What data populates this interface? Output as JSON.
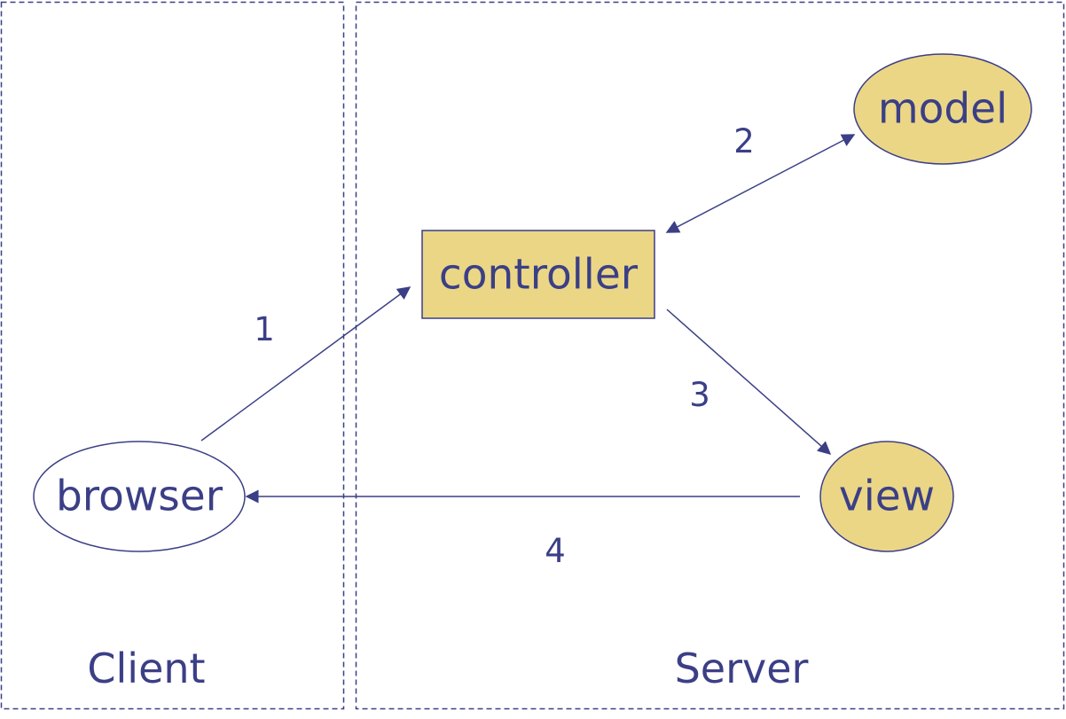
{
  "regions": {
    "client": "Client",
    "server": "Server"
  },
  "nodes": {
    "browser": "browser",
    "controller": "controller",
    "model": "model",
    "view": "view"
  },
  "steps": {
    "s1": "1",
    "s2": "2",
    "s3": "3",
    "s4": "4"
  },
  "colors": {
    "text": "#3b3f86",
    "stroke": "#3b3f86",
    "fill": "#ebd686",
    "background": "#ffffff"
  }
}
